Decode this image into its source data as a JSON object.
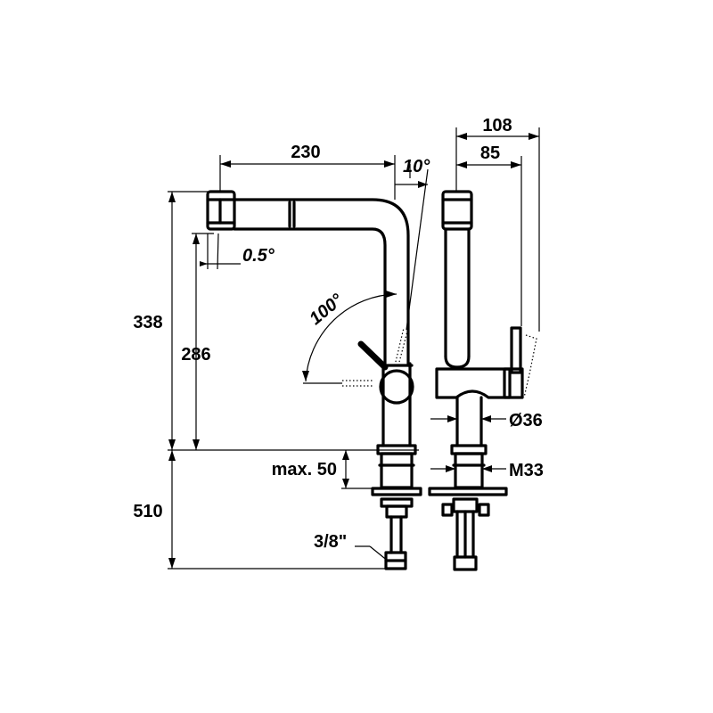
{
  "dimensions": {
    "spout_reach": "230",
    "spout_tilt_angle": "10°",
    "head_angle": "0.5°",
    "total_height": "338",
    "spout_height": "286",
    "swivel_angle": "100°",
    "max_counter_thickness": "max. 50",
    "below_counter_length": "510",
    "connection_size": "3/8\"",
    "side_total_depth": "108",
    "side_depth": "85",
    "body_diameter": "Ø36",
    "thread_size": "M33"
  },
  "colors": {
    "line": "#000000",
    "background": "#ffffff"
  }
}
